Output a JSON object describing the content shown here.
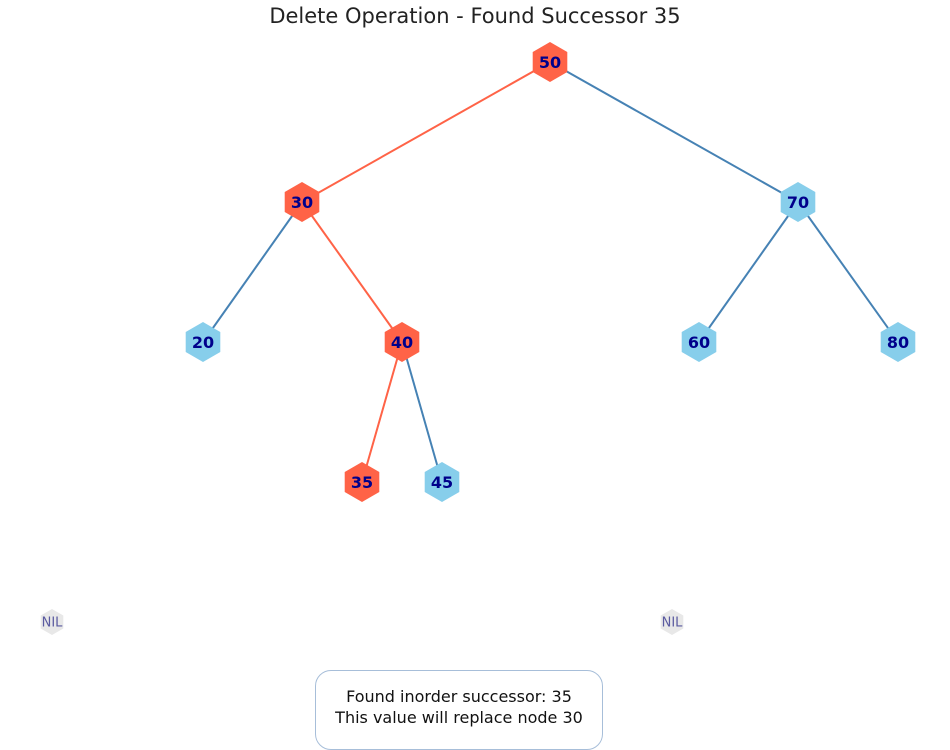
{
  "title": "Delete Operation - Found Successor 35",
  "colors": {
    "highlight": "#FF6347",
    "normal_node": "#87CEEB",
    "normal_edge": "#4682B4",
    "node_text": "#00008B",
    "nil_fill": "#E8E8E8",
    "nil_text": "#5A5AA0"
  },
  "tree": {
    "nodes": [
      {
        "key": "50",
        "highlighted": true
      },
      {
        "key": "30",
        "highlighted": true
      },
      {
        "key": "70",
        "highlighted": false
      },
      {
        "key": "20",
        "highlighted": false
      },
      {
        "key": "40",
        "highlighted": true
      },
      {
        "key": "60",
        "highlighted": false
      },
      {
        "key": "80",
        "highlighted": false
      },
      {
        "key": "35",
        "highlighted": true
      },
      {
        "key": "45",
        "highlighted": false
      }
    ],
    "edges": [
      {
        "from": "50",
        "to": "30",
        "highlighted": true
      },
      {
        "from": "50",
        "to": "70",
        "highlighted": false
      },
      {
        "from": "30",
        "to": "20",
        "highlighted": false
      },
      {
        "from": "30",
        "to": "40",
        "highlighted": true
      },
      {
        "from": "70",
        "to": "60",
        "highlighted": false
      },
      {
        "from": "70",
        "to": "80",
        "highlighted": false
      },
      {
        "from": "40",
        "to": "35",
        "highlighted": true
      },
      {
        "from": "40",
        "to": "45",
        "highlighted": false
      }
    ],
    "nil_nodes": [
      {
        "label": "NIL"
      },
      {
        "label": "NIL"
      }
    ]
  },
  "info": {
    "line1": "Found inorder successor: 35",
    "line2": "This value will replace node 30"
  }
}
